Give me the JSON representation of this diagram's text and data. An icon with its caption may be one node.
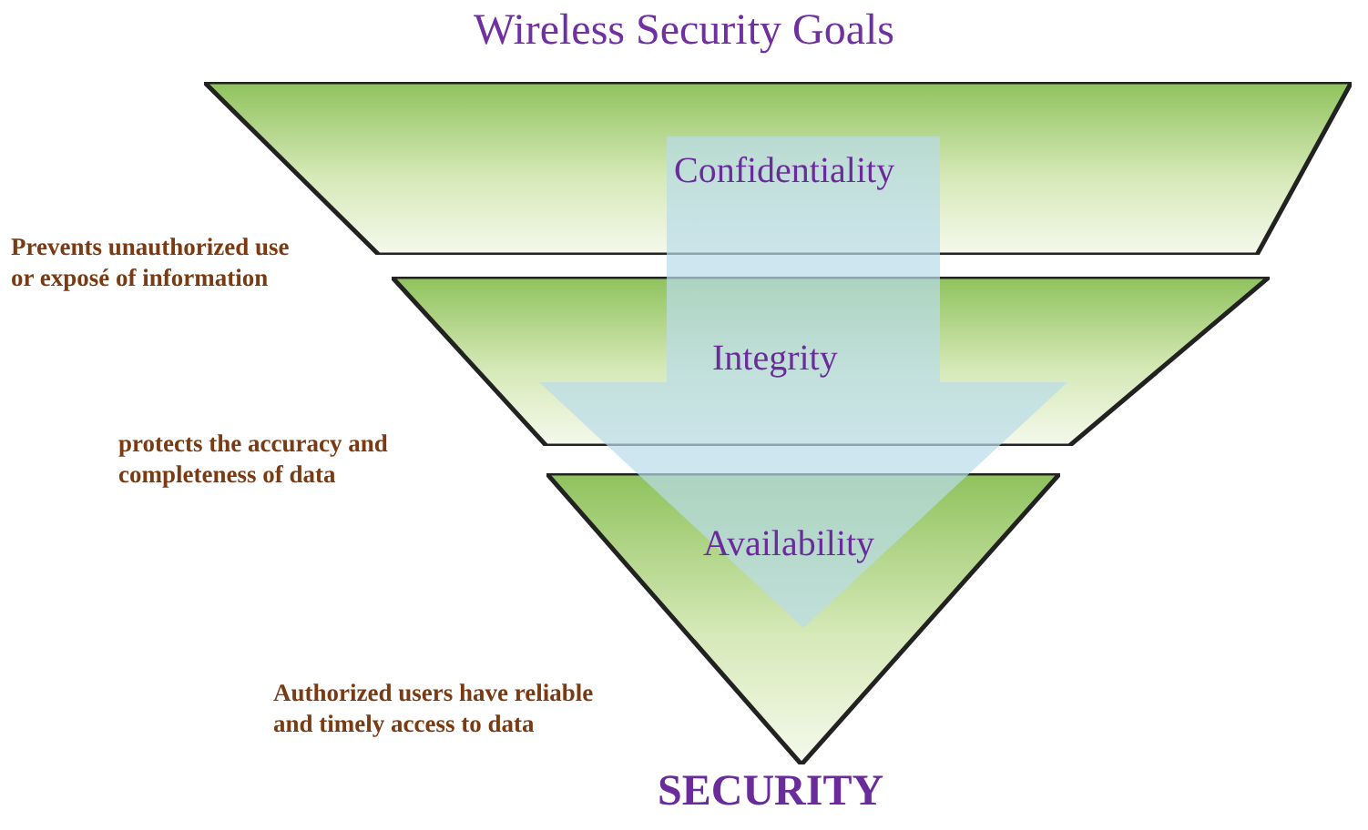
{
  "diagram": {
    "title": "Wireless Security Goals",
    "nodes": [
      {
        "text": [
          "Confidentiality"
        ],
        "beside": [
          "Prevents unauthorized use or exposé of information"
        ]
      },
      {
        "text": [
          "Integrity"
        ],
        "beside": [
          "protects the accuracy and completeness of data"
        ]
      },
      {
        "text": [
          "Availability"
        ],
        "beside": [
          "Authorized users have reliable and timely access to data"
        ]
      }
    ],
    "edges": [
      {
        "from": 0,
        "to": 2,
        "arrow": "to"
      }
    ],
    "labels": [
      "SECURITY"
    ]
  }
}
